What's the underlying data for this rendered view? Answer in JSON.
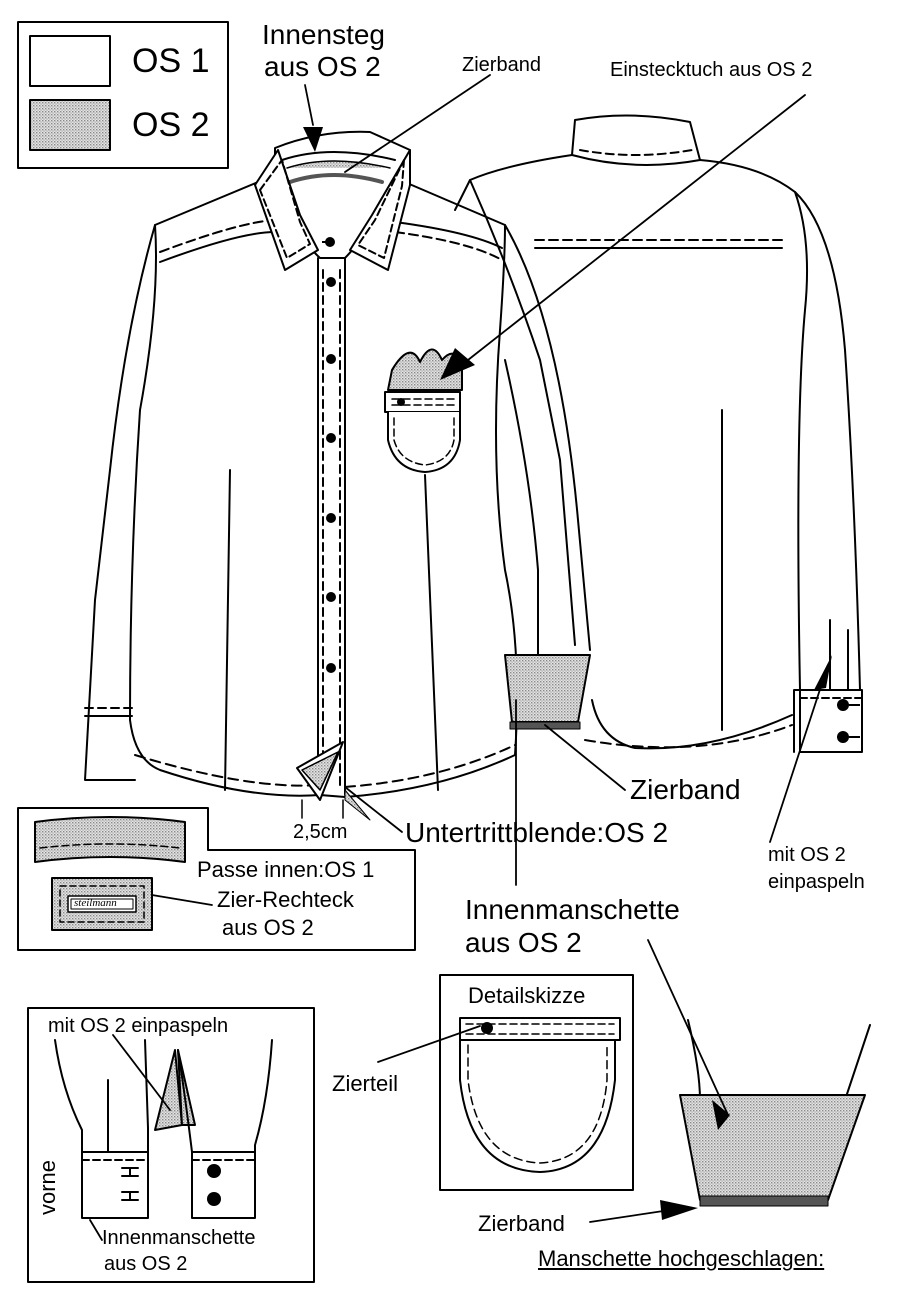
{
  "legend": {
    "items": [
      {
        "label": "OS 1",
        "fill": "#ffffff"
      },
      {
        "label": "OS 2",
        "fill": "#c8c8c8"
      }
    ]
  },
  "colors": {
    "line": "#000000",
    "os2_fill": "#cfcfcf",
    "ribbon": "#555555"
  },
  "labels": {
    "innensteg": [
      "Innensteg",
      "aus OS 2"
    ],
    "zierband_top": "Zierband",
    "einstecktuch": "Einstecktuch aus OS 2",
    "zierband_mid": "Zierband",
    "untertritt": "Untertrittblende:OS 2",
    "measure": "2,5cm",
    "einpaspeln_right": [
      "mit OS 2",
      "einpaspeln"
    ],
    "innenmanschette_mid": [
      "Innenmanschette",
      "aus OS 2"
    ],
    "passe": "Passe innen:OS 1",
    "zier_rechteck": [
      "Zier-Rechteck",
      "aus OS 2"
    ],
    "brand_tag": "steilmann",
    "detail_title": "Detailskizze",
    "zierteil": "Zierteil",
    "einpaspeln_bottom": "mit OS 2 einpaspeln",
    "vorne": "vorne",
    "innenmanschette_bottom": [
      "Innenmanschette",
      "aus OS 2"
    ],
    "zierband_bottom": "Zierband",
    "caption": "Manschette hochgeschlagen:"
  }
}
